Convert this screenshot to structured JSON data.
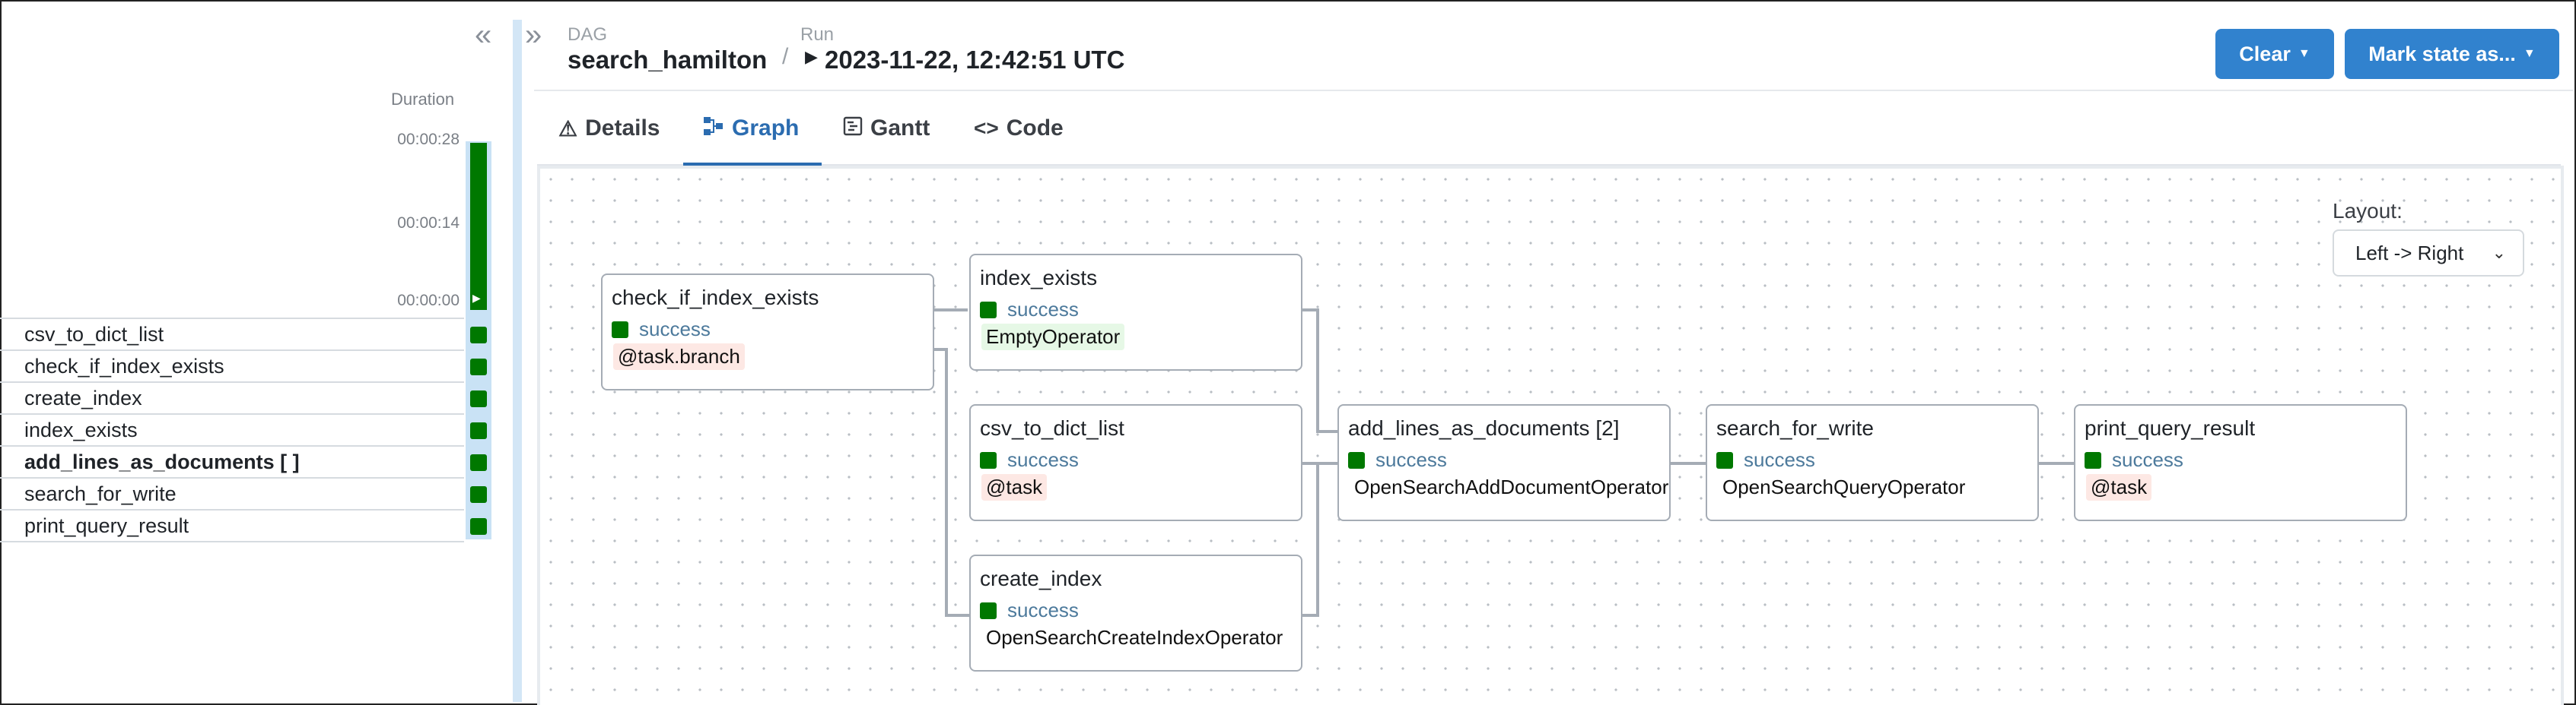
{
  "header": {
    "dag_label": "DAG",
    "dag_name": "search_hamilton",
    "run_label": "Run",
    "run_time": "2023-11-22, 12:42:51 UTC",
    "clear_label": "Clear",
    "mark_state_label": "Mark state as..."
  },
  "tabs": [
    {
      "label": "Details",
      "icon": "warning-icon"
    },
    {
      "label": "Graph",
      "icon": "graph-icon",
      "active": true
    },
    {
      "label": "Gantt",
      "icon": "gantt-icon"
    },
    {
      "label": "Code",
      "icon": "code-icon"
    }
  ],
  "grid": {
    "duration_label": "Duration",
    "ticks": [
      "00:00:28",
      "00:00:14",
      "00:00:00"
    ],
    "run_duration_fraction": 1.0,
    "tasks": [
      {
        "label": "csv_to_dict_list",
        "state": "success"
      },
      {
        "label": "check_if_index_exists",
        "state": "success"
      },
      {
        "label": "create_index",
        "state": "success"
      },
      {
        "label": "index_exists",
        "state": "success"
      },
      {
        "label": "add_lines_as_documents [ ]",
        "state": "success",
        "bold": true
      },
      {
        "label": "search_for_write",
        "state": "success"
      },
      {
        "label": "print_query_result",
        "state": "success"
      }
    ]
  },
  "layout": {
    "label": "Layout:",
    "value": "Left -> Right"
  },
  "graph": {
    "nodes": [
      {
        "id": "check_if_index_exists",
        "name": "check_if_index_exists",
        "status": "success",
        "operator": "@task.branch"
      },
      {
        "id": "index_exists",
        "name": "index_exists",
        "status": "success",
        "operator": "EmptyOperator"
      },
      {
        "id": "csv_to_dict_list",
        "name": "csv_to_dict_list",
        "status": "success",
        "operator": "@task"
      },
      {
        "id": "create_index",
        "name": "create_index",
        "status": "success",
        "operator": "OpenSearchCreateIndexOperator"
      },
      {
        "id": "add_lines_as_documents",
        "name": "add_lines_as_documents [2]",
        "status": "success",
        "operator": "OpenSearchAddDocumentOperator"
      },
      {
        "id": "search_for_write",
        "name": "search_for_write",
        "status": "success",
        "operator": "OpenSearchQueryOperator"
      },
      {
        "id": "print_query_result",
        "name": "print_query_result",
        "status": "success",
        "operator": "@task"
      }
    ]
  },
  "colors": {
    "success": "#007800",
    "primary_button": "#3182ce",
    "active_tab": "#2b6cb0"
  }
}
